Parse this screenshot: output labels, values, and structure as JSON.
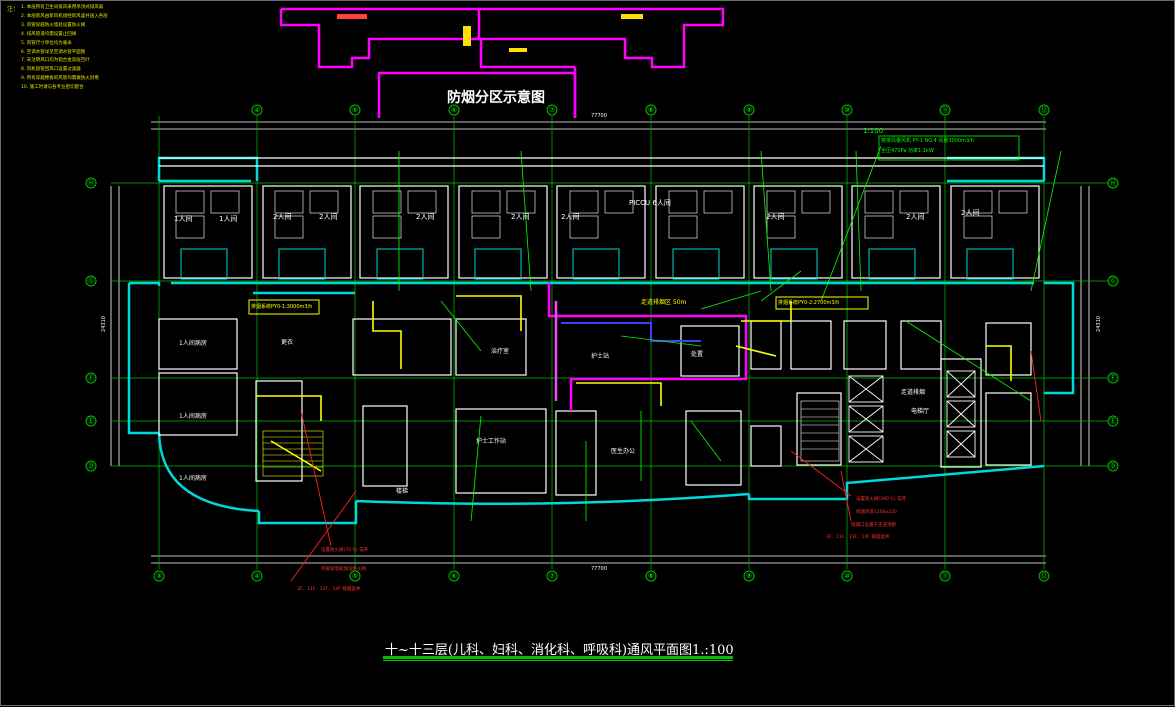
{
  "smoke_zone_title": "防烟分区示意图",
  "drawing_title": "十~十三层(儿科、妇科、消化科、呼吸科)通风平面图1.:100",
  "notes_lead": "注：",
  "notes": [
    "1.  本层所有卫生间排风采用吊顶式排风扇",
    "2.  本层新风由新风机组经新风竖井送入各层",
    "3.  风管穿越防火墙处设置防火阀",
    "4.  排风管道均需设置止回阀",
    "5.  风管尺寸单位均为毫米",
    "6.  空调水管详见空调水管平面图",
    "7.  未注明风口均为铝合金双层百叶",
    "8.  风机盘管回风口设置过滤器",
    "9.  所有穿越楼板的风管均需做防火封堵",
    "10. 施工时请与各专业密切配合"
  ],
  "bubbles": {
    "top": [
      "③",
      "④",
      "⑤",
      "⑥",
      "⑦",
      "⑧",
      "⑨",
      "⑩",
      "⑪",
      "⑫"
    ],
    "bottom": [
      "③",
      "④",
      "⑤",
      "⑥",
      "⑦",
      "⑧",
      "⑨",
      "⑩",
      "⑪",
      "⑫"
    ],
    "left": [
      "Ⓗ",
      "Ⓖ",
      "Ⓕ",
      "Ⓔ",
      "Ⓓ"
    ],
    "right": [
      "Ⓗ",
      "Ⓖ",
      "Ⓕ",
      "Ⓔ",
      "Ⓓ"
    ]
  },
  "dimensions": {
    "top_overall": "77700",
    "bottom_overall": "77700",
    "left_overall": "24310",
    "right_overall": "24310"
  },
  "room_labels": {
    "r1a": "1人间",
    "r1b": "1人间",
    "r2a": "2人间",
    "r2b": "2人间",
    "r2c": "2人间",
    "r2d": "2人间",
    "r2e": "2人间",
    "r2f": "2人间",
    "r2g": "2人间",
    "r2h": "2人间",
    "pccu": "PICCU 6人间",
    "nurse_station": "护士站",
    "nurse_work": "护士工作站",
    "dressing": "更衣",
    "treatment": "治疗室",
    "disposal": "处置",
    "doctor_office": "医生办公",
    "corridor_label": "走道排烟",
    "left_1a": "1人间病房",
    "left_1b": "1人间病房",
    "left_1c": "1人间病房",
    "lift_hall": "电梯厅",
    "stair": "楼梯"
  },
  "annotations": {
    "smoke_calc_1": "按排风量风机 PY-1 NO.4 风量3000m3/h",
    "smoke_calc_2": "全压470Pa 功率1.1kW",
    "yellow_box_left": "排烟系统PY0-1:3000m3/h",
    "yellow_box_right": "排烟系统PY0-2:2700m3/h",
    "corridor_zone": "走道排烟区 50m",
    "red_left_1": "设置防火阀(70℃) 常开",
    "red_left_2": "风管穿墙处加设防火阀",
    "red_left_3": "3F、11F、13F、14F 排烟竖井",
    "red_right_1": "设置防火阀(280℃) 常开",
    "red_right_2": "排烟风管1200x320",
    "red_right_3": "排烟口设置于走道顶部",
    "red_right_4": "3F、11F、13F、14F 排烟竖井"
  },
  "scale_label": "1:100"
}
